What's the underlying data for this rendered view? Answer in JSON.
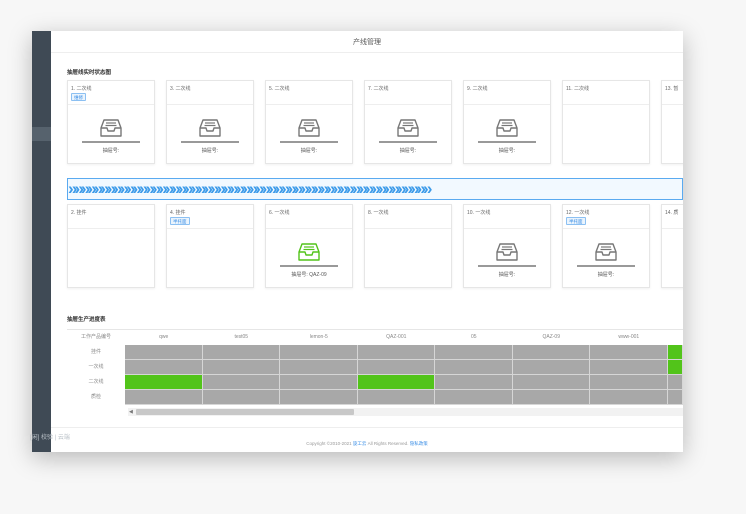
{
  "topbar": {
    "title": "产线管理"
  },
  "status_section": {
    "title": "抽屉线实时状态图"
  },
  "top_cards": [
    {
      "title": "1. 二次线",
      "tag": "维修",
      "has_tray": true,
      "code_label": "抽屉号:",
      "code_value": ""
    },
    {
      "title": "3. 二次线",
      "tag": "",
      "has_tray": true,
      "code_label": "抽屉号:",
      "code_value": ""
    },
    {
      "title": "5. 二次线",
      "tag": "",
      "has_tray": true,
      "code_label": "抽屉号:",
      "code_value": ""
    },
    {
      "title": "7. 二次线",
      "tag": "",
      "has_tray": true,
      "code_label": "抽屉号:",
      "code_value": ""
    },
    {
      "title": "9. 二次线",
      "tag": "",
      "has_tray": true,
      "code_label": "抽屉号:",
      "code_value": ""
    },
    {
      "title": "11. 二次线",
      "tag": "",
      "has_tray": false,
      "code_label": "",
      "code_value": ""
    },
    {
      "title": "13. 暂",
      "tag": "",
      "has_tray": false,
      "code_label": "",
      "code_value": ""
    }
  ],
  "bottom_cards": [
    {
      "title": "2. 挂件",
      "tag": "",
      "has_tray": false,
      "code_label": "",
      "code_value": ""
    },
    {
      "title": "4. 挂件",
      "tag": "半托面",
      "has_tray": false,
      "code_label": "",
      "code_value": ""
    },
    {
      "title": "6. 一次线",
      "tag": "",
      "has_tray": true,
      "tray_color": "#52c41a",
      "code_label": "抽屉号:",
      "code_value": "QAZ-09"
    },
    {
      "title": "8. 一次线",
      "tag": "",
      "has_tray": false,
      "code_label": "",
      "code_value": ""
    },
    {
      "title": "10. 一次线",
      "tag": "",
      "has_tray": true,
      "code_label": "抽屉号:",
      "code_value": ""
    },
    {
      "title": "12. 一次线",
      "tag": "半托面",
      "has_tray": true,
      "code_label": "抽屉号:",
      "code_value": ""
    },
    {
      "title": "14. 质",
      "tag": "",
      "has_tray": false,
      "code_label": "",
      "code_value": ""
    }
  ],
  "conveyor": {
    "arrows": "»»»»»»»»»»»»»»»»»»»»»»»»»»»»»»»»»»»»»»»»»»»»»»»»»»»»»»»»"
  },
  "progress_section": {
    "title": "抽屉生产进度表"
  },
  "progress_table": {
    "corner_header": "工作产品编号",
    "columns": [
      "qwe",
      "test05",
      "lemon-5",
      "QAZ-001",
      "05",
      "QAZ-09",
      "www-001"
    ],
    "rows": [
      {
        "label": "挂件",
        "active": [
          false,
          false,
          false,
          false,
          false,
          false,
          false,
          true
        ]
      },
      {
        "label": "一次线",
        "active": [
          false,
          false,
          false,
          false,
          false,
          false,
          false,
          true
        ]
      },
      {
        "label": "二次线",
        "active": [
          true,
          false,
          false,
          true,
          false,
          false,
          false,
          false
        ]
      },
      {
        "label": "质检",
        "active": [
          false,
          false,
          false,
          false,
          false,
          false,
          false,
          false
        ]
      }
    ]
  },
  "colors": {
    "active_cell": "#52c41a",
    "idle_cell": "#a8a8a8",
    "accent": "#3a8ee6"
  },
  "footer": {
    "copyright": "Copyright ©2010-2021",
    "company": "旋工云",
    "rights": "All Rights Reserved.",
    "record": "隐私政策"
  },
  "watermark": {
    "text": "[闲] 校验 | 云端"
  }
}
